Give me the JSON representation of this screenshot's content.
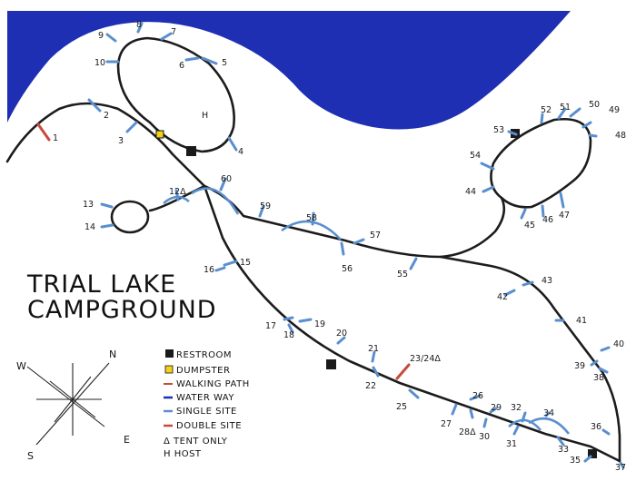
{
  "title": {
    "line1": "TRIAL LAKE",
    "line2": "CAMPGROUND"
  },
  "colors": {
    "water": "#1e2fb3",
    "road": "#1c1c1c",
    "single": "#5a8fcf",
    "double": "#c94a3a",
    "restroom": "#1a1a1a",
    "dumpster": "#f2d21b"
  },
  "legend": {
    "restroom": "RESTROOM",
    "dumpster": "DUMPSTER",
    "walking_path": "WALKING PATH",
    "water_way": "WATER WAY",
    "single_site": "SINGLE SITE",
    "double_site": "DOUBLE SITE",
    "tent_only": "Δ TENT ONLY",
    "host": "H HOST"
  },
  "compass": {
    "n": "N",
    "s": "S",
    "e": "E",
    "w": "W"
  },
  "host_marker": "H",
  "sites": [
    {
      "id": "1",
      "label": "1",
      "type": "double"
    },
    {
      "id": "2",
      "label": "2",
      "type": "single"
    },
    {
      "id": "3",
      "label": "3",
      "type": "single"
    },
    {
      "id": "4",
      "label": "4",
      "type": "single"
    },
    {
      "id": "5",
      "label": "5",
      "type": "single"
    },
    {
      "id": "6",
      "label": "6",
      "type": "single"
    },
    {
      "id": "7",
      "label": "7",
      "type": "single"
    },
    {
      "id": "8",
      "label": "8",
      "type": "single"
    },
    {
      "id": "9",
      "label": "9",
      "type": "single"
    },
    {
      "id": "10",
      "label": "10",
      "type": "single"
    },
    {
      "id": "12",
      "label": "12Δ",
      "type": "tent"
    },
    {
      "id": "13",
      "label": "13",
      "type": "single"
    },
    {
      "id": "14",
      "label": "14",
      "type": "single"
    },
    {
      "id": "15",
      "label": "15",
      "type": "single"
    },
    {
      "id": "16",
      "label": "16",
      "type": "single"
    },
    {
      "id": "17",
      "label": "17",
      "type": "single"
    },
    {
      "id": "18",
      "label": "18",
      "type": "single"
    },
    {
      "id": "19",
      "label": "19",
      "type": "single"
    },
    {
      "id": "20",
      "label": "20",
      "type": "single"
    },
    {
      "id": "21",
      "label": "21",
      "type": "single"
    },
    {
      "id": "22",
      "label": "22",
      "type": "single"
    },
    {
      "id": "23",
      "label": "23/24Δ",
      "type": "double"
    },
    {
      "id": "25",
      "label": "25",
      "type": "single"
    },
    {
      "id": "26",
      "label": "26",
      "type": "single"
    },
    {
      "id": "27",
      "label": "27",
      "type": "single"
    },
    {
      "id": "28",
      "label": "28Δ",
      "type": "tent"
    },
    {
      "id": "29",
      "label": "29",
      "type": "single"
    },
    {
      "id": "30",
      "label": "30",
      "type": "single"
    },
    {
      "id": "31",
      "label": "31",
      "type": "single"
    },
    {
      "id": "32",
      "label": "32",
      "type": "single"
    },
    {
      "id": "33",
      "label": "33",
      "type": "single"
    },
    {
      "id": "34",
      "label": "34",
      "type": "single"
    },
    {
      "id": "35",
      "label": "35",
      "type": "single"
    },
    {
      "id": "36",
      "label": "36",
      "type": "single"
    },
    {
      "id": "37",
      "label": "37",
      "type": "single"
    },
    {
      "id": "38",
      "label": "38",
      "type": "single"
    },
    {
      "id": "39",
      "label": "39",
      "type": "single"
    },
    {
      "id": "40",
      "label": "40",
      "type": "single"
    },
    {
      "id": "41",
      "label": "41",
      "type": "single"
    },
    {
      "id": "42",
      "label": "42",
      "type": "single"
    },
    {
      "id": "43",
      "label": "43",
      "type": "single"
    },
    {
      "id": "44",
      "label": "44",
      "type": "single"
    },
    {
      "id": "45",
      "label": "45",
      "type": "single"
    },
    {
      "id": "46",
      "label": "46",
      "type": "single"
    },
    {
      "id": "47",
      "label": "47",
      "type": "single"
    },
    {
      "id": "48",
      "label": "48",
      "type": "single"
    },
    {
      "id": "49",
      "label": "49",
      "type": "single"
    },
    {
      "id": "50",
      "label": "50",
      "type": "single"
    },
    {
      "id": "51",
      "label": "51",
      "type": "single"
    },
    {
      "id": "52",
      "label": "52",
      "type": "single"
    },
    {
      "id": "53",
      "label": "53",
      "type": "single"
    },
    {
      "id": "54",
      "label": "54",
      "type": "single"
    },
    {
      "id": "55",
      "label": "55",
      "type": "single"
    },
    {
      "id": "56",
      "label": "56",
      "type": "single"
    },
    {
      "id": "57",
      "label": "57",
      "type": "single"
    },
    {
      "id": "58",
      "label": "58",
      "type": "single"
    },
    {
      "id": "59",
      "label": "59",
      "type": "single"
    },
    {
      "id": "60",
      "label": "60",
      "type": "single"
    }
  ]
}
